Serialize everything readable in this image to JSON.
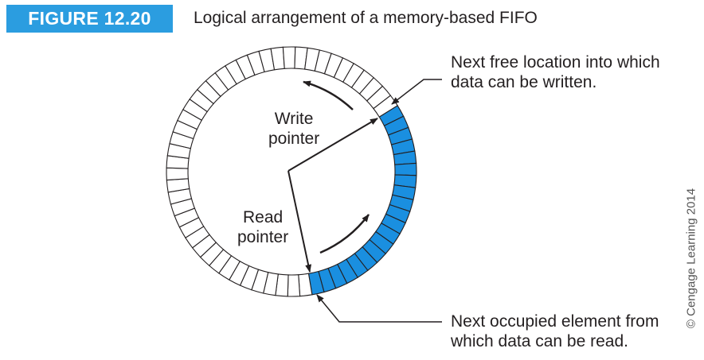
{
  "figure": {
    "label": "FIGURE 12.20",
    "title": "Logical arrangement of a memory-based FIFO",
    "badge_color": "#2b9de0"
  },
  "ring": {
    "total_slots": 64,
    "occupied_slots": 20,
    "occupied_color": "#1a8fe0",
    "empty_color": "#ffffff"
  },
  "labels": {
    "write_pointer": [
      "Write",
      "pointer"
    ],
    "read_pointer": [
      "Read",
      "pointer"
    ]
  },
  "callouts": {
    "next_free": [
      "Next free location into which",
      "data can be written."
    ],
    "next_occupied": [
      "Next occupied element from",
      "which data can be read."
    ]
  },
  "copyright": "© Cengage Learning 2014"
}
